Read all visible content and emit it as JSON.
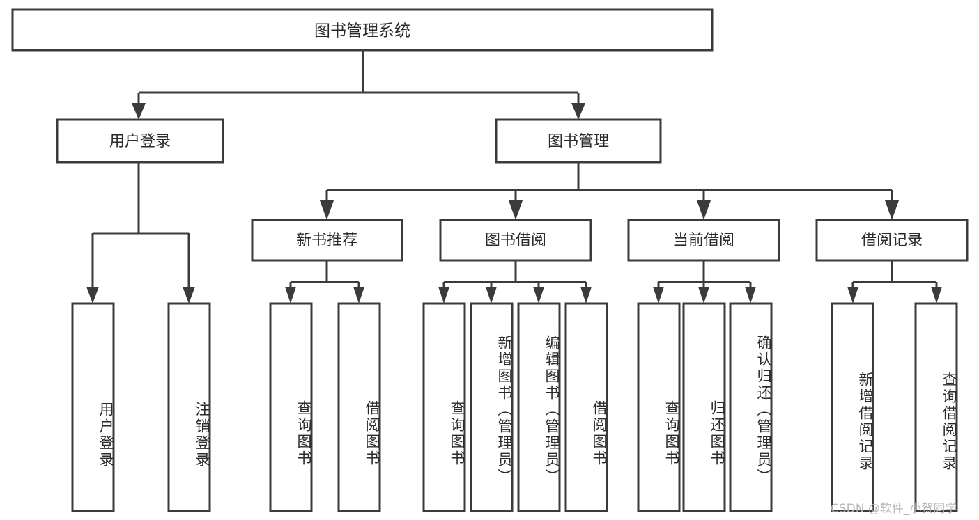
{
  "diagram": {
    "type": "tree-hierarchy",
    "title": "图书管理系统",
    "root": {
      "id": "root",
      "label": "图书管理系统"
    },
    "level2": [
      {
        "id": "user-login",
        "label": "用户登录"
      },
      {
        "id": "book-manage",
        "label": "图书管理"
      }
    ],
    "level3": [
      {
        "id": "new-book-recommend",
        "label": "新书推荐",
        "parent": "book-manage"
      },
      {
        "id": "book-borrow",
        "label": "图书借阅",
        "parent": "book-manage"
      },
      {
        "id": "current-borrow",
        "label": "当前借阅",
        "parent": "book-manage"
      },
      {
        "id": "borrow-record",
        "label": "借阅记录",
        "parent": "book-manage"
      }
    ],
    "leaves": {
      "user-login": [
        {
          "id": "leaf-user-login",
          "label": "用户登录"
        },
        {
          "id": "leaf-user-logout",
          "label": "注销登录"
        }
      ],
      "new-book-recommend": [
        {
          "id": "leaf-query-book-1",
          "label": "查询图书"
        },
        {
          "id": "leaf-borrow-book-1",
          "label": "借阅图书"
        }
      ],
      "book-borrow": [
        {
          "id": "leaf-query-book-2",
          "label": "查询图书"
        },
        {
          "id": "leaf-add-book",
          "label": "新增图书（管理员）"
        },
        {
          "id": "leaf-edit-book",
          "label": "编辑图书（管理员）"
        },
        {
          "id": "leaf-borrow-book-2",
          "label": "借阅图书"
        }
      ],
      "current-borrow": [
        {
          "id": "leaf-query-book-3",
          "label": "查询图书"
        },
        {
          "id": "leaf-return-book",
          "label": "归还图书"
        },
        {
          "id": "leaf-confirm-return",
          "label": "确认归还（管理员）"
        }
      ],
      "borrow-record": [
        {
          "id": "leaf-add-record",
          "label": "新增借阅记录"
        },
        {
          "id": "leaf-query-record",
          "label": "查询借阅记录"
        }
      ]
    },
    "colors": {
      "stroke": "#3b3b3b",
      "fill": "#ffffff",
      "text": "#2b2b2b",
      "watermark": "#b8b8b8"
    }
  },
  "watermark": {
    "text": "CSDN @软件_小贺同学"
  }
}
